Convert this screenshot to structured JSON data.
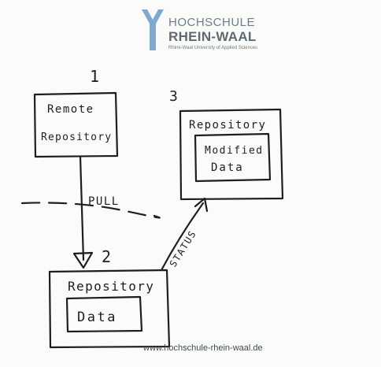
{
  "logo": {
    "line1": "HOCHSCHULE",
    "line2": "RHEIN-WAAL",
    "line3": "Rhine-Waal University of Applied Sciences",
    "color": "#6b8fb3"
  },
  "diagram": {
    "nodes": [
      {
        "number": "1",
        "title_line1": "Remote",
        "title_line2": "Repository"
      },
      {
        "number": "2",
        "title": "Repository",
        "inner": "Data"
      },
      {
        "number": "3",
        "title": "Repository",
        "inner_line1": "Modified",
        "inner_line2": "Data"
      }
    ],
    "edges": [
      {
        "label": "PULL"
      },
      {
        "label": "STATUS"
      }
    ]
  },
  "footer": {
    "url": "www.hochschule-rhein-waal.de"
  }
}
